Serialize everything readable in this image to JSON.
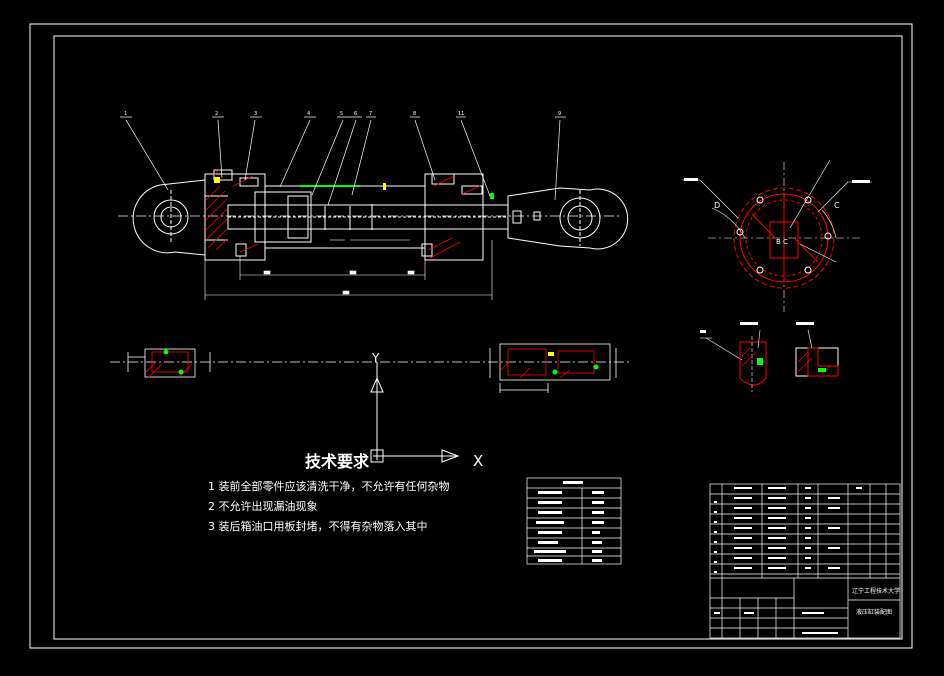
{
  "drawing": {
    "tech_requirements": {
      "heading": "技术要求",
      "items": [
        "1 装前全部零件应该清洗干净，不允许有任何杂物",
        "2 不允许出现漏油现象",
        "3 装后箱油口用板封堵，不得有杂物落入其中"
      ]
    },
    "ucs": {
      "y_label": "Y",
      "x_label": "X"
    },
    "part_callouts": [
      "1",
      "2",
      "3",
      "4",
      "5",
      "6",
      "7",
      "8",
      "11",
      "9"
    ],
    "section_letters": {
      "d": "D",
      "c": "C",
      "bc": "B C"
    },
    "title_block": {
      "school": "辽宁工程技术大学",
      "drawing_title": "液压缸装配图"
    },
    "colors": {
      "background": "#000000",
      "line": "#ffffff",
      "hatch": "#ff0000",
      "seal": "#00ff00",
      "accent": "#ffff00"
    }
  }
}
